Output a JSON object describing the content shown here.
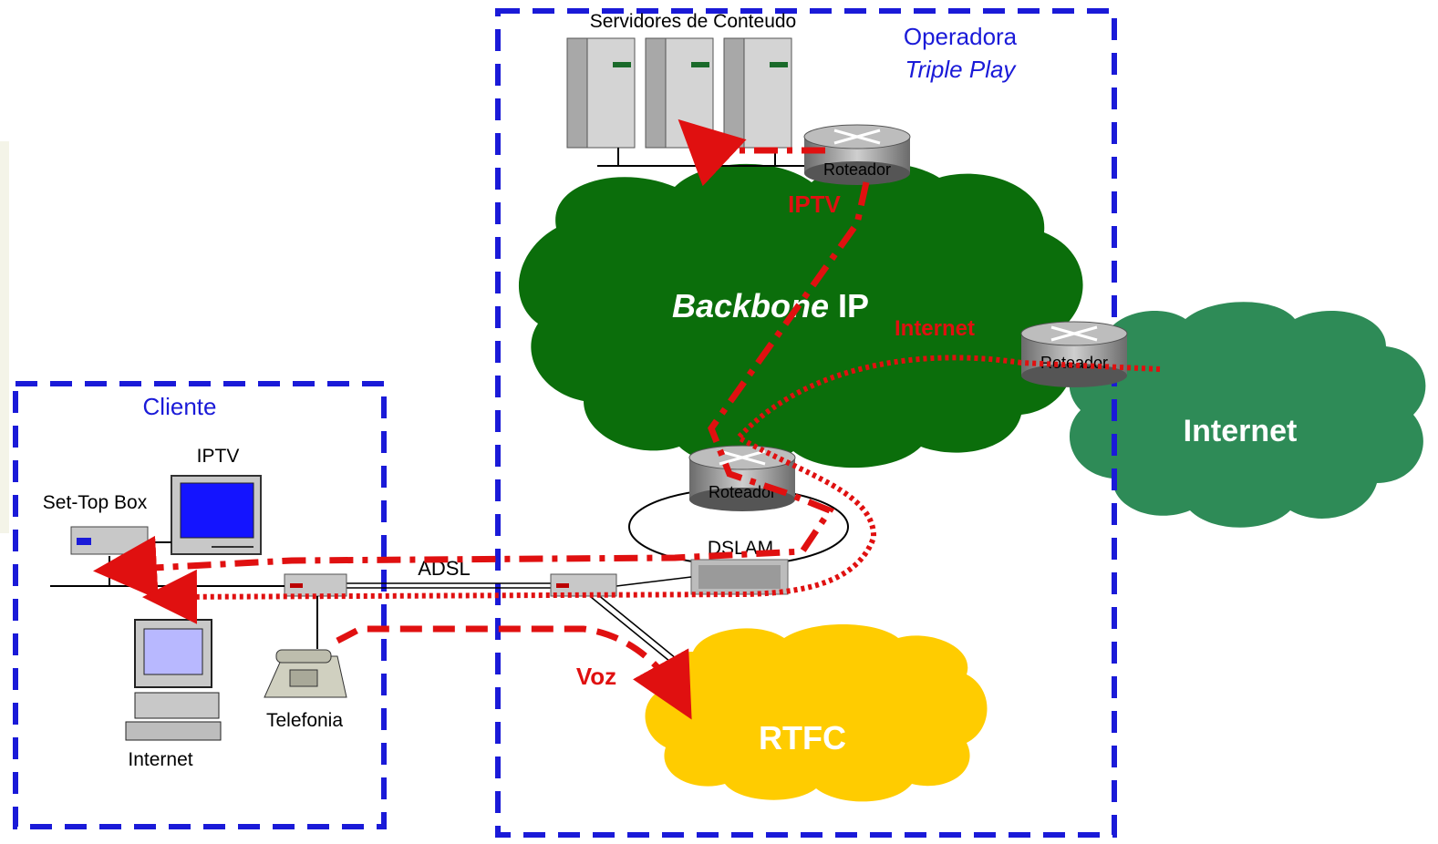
{
  "zones": {
    "operadora": {
      "line1": "Operadora",
      "line2": "Triple Play"
    },
    "cliente": {
      "label": "Cliente"
    }
  },
  "clouds": {
    "backbone": {
      "italic": "Backbone",
      "suffix": " IP"
    },
    "internet": {
      "label": "Internet"
    },
    "rtfc": {
      "label": "RTFC"
    }
  },
  "devices": {
    "servers": "Servidores de Conteudo",
    "router_top": "Roteador",
    "router_edge": "Roteador",
    "router_dslam": "Roteador",
    "dslam": "DSLAM",
    "stb": "Set-Top Box",
    "tv": "IPTV",
    "pc": "Internet",
    "phone": "Telefonia"
  },
  "links": {
    "adsl": "ADSL"
  },
  "flows": {
    "iptv": "IPTV",
    "internet": "Internet",
    "voz": "Voz"
  },
  "colors": {
    "zone_border": "#1a1ad8",
    "zone_text": "#1a1ad8",
    "flow": "#e01010",
    "backbone_cloud": "#0b6e0b",
    "internet_cloud": "#2e8b57",
    "rtfc_cloud": "#ffcc00"
  }
}
